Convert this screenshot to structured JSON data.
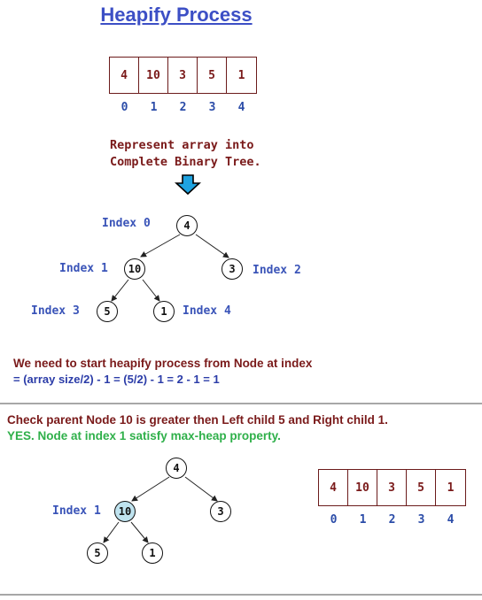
{
  "title": "Heapify Process",
  "array": {
    "values": [
      "4",
      "10",
      "3",
      "5",
      "1"
    ],
    "indices": [
      "0",
      "1",
      "2",
      "3",
      "4"
    ]
  },
  "represent_text": {
    "line1": "Represent array into",
    "line2": "Complete Binary Tree."
  },
  "tree1": {
    "nodes": [
      "4",
      "10",
      "3",
      "5",
      "1"
    ],
    "labels": [
      "Index 0",
      "Index 1",
      "Index 2",
      "Index 3",
      "Index 4"
    ]
  },
  "explanation": {
    "line1": "We need to start heapify process from Node at index",
    "line2": "=  (array size/2) - 1  = (5/2) - 1 = 2 - 1 = 1"
  },
  "check": {
    "line1": "Check parent Node 10 is greater then Left child 5 and Right child 1.",
    "line2": "YES. Node at index 1 satisfy max-heap property."
  },
  "tree2": {
    "nodes": [
      "4",
      "10",
      "3",
      "5",
      "1"
    ],
    "highlight_label": "Index 1"
  },
  "array2": {
    "values": [
      "4",
      "10",
      "3",
      "5",
      "1"
    ],
    "indices": [
      "0",
      "1",
      "2",
      "3",
      "4"
    ]
  },
  "colors": {
    "title": "#3c4fc5",
    "array_text": "#7a1a1a",
    "index_text": "#2b4ca8",
    "highlight_node": "#bfe3ef",
    "yes_text": "#2fb04a",
    "down_arrow": "#1fa3e0"
  }
}
